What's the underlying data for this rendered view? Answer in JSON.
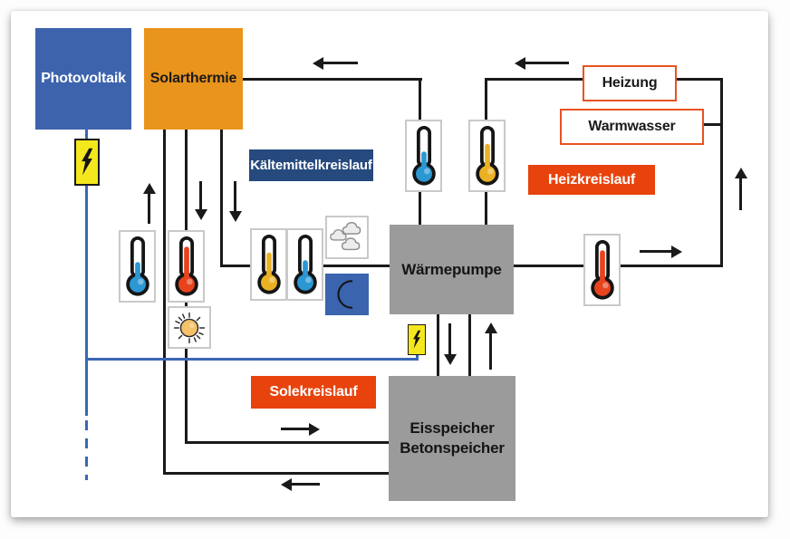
{
  "boxes": {
    "photovoltaik": {
      "label": "Photovoltaik"
    },
    "solarthermie": {
      "label": "Solarthermie"
    },
    "heizung": {
      "label": "Heizung"
    },
    "warmwasser": {
      "label": "Warmwasser"
    },
    "waermepumpe": {
      "label": "Wärmepumpe"
    },
    "speicher": {
      "line1": "Eisspeicher",
      "line2": "Betonspeicher"
    }
  },
  "circuit_labels": {
    "kaeltemittelkreislauf": "Kältemittelkreislauf",
    "heizkreislauf": "Heizkreislauf",
    "solekreislauf": "Solekreislauf"
  },
  "colors": {
    "photovoltaik_blue": "#3d63ad",
    "solarthermie_orange": "#e9941c",
    "storage_gray": "#9c9b9b",
    "circuit_navy": "#26497e",
    "circuit_red": "#e8430d",
    "outline_box_red": "#e85321",
    "pipe_black": "#1a1a1a",
    "power_line_blue": "#3a66b5",
    "lightning_yellow": "#f5e71e",
    "thermometer_blue": "#2b97d3",
    "thermometer_red": "#e8431c",
    "thermometer_yellow": "#eab125",
    "moon_background_blue": "#3a64ae",
    "moon_yellow": "#f2c455"
  },
  "icons": [
    "lightning-icon",
    "thermometer-blue-icon",
    "thermometer-red-icon",
    "thermometer-yellow-icon",
    "sun-icon",
    "clouds-icon",
    "moon-icon",
    "flow-arrow-icon"
  ]
}
